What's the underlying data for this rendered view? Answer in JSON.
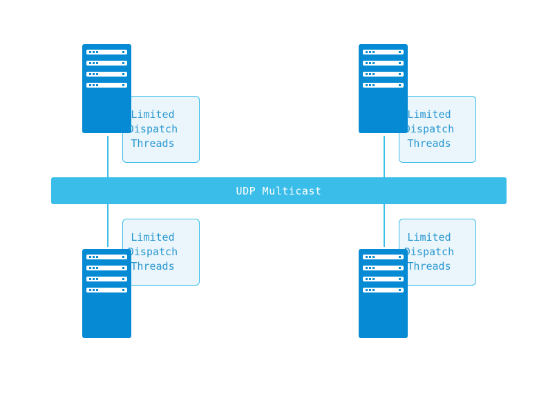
{
  "bus": {
    "label": "UDP Multicast"
  },
  "nodes": [
    {
      "note": [
        "Limited",
        "Dispatch",
        "Threads"
      ]
    },
    {
      "note": [
        "Limited",
        "Dispatch",
        "Threads"
      ]
    },
    {
      "note": [
        "Limited",
        "Dispatch",
        "Threads"
      ]
    },
    {
      "note": [
        "Limited",
        "Dispatch",
        "Threads"
      ]
    }
  ],
  "colors": {
    "server": "#058ad3",
    "bus": "#3bbde9",
    "note_fill": "#eaf6fc",
    "note_text": "#2a97cf"
  },
  "icons": [
    "server-icon"
  ]
}
